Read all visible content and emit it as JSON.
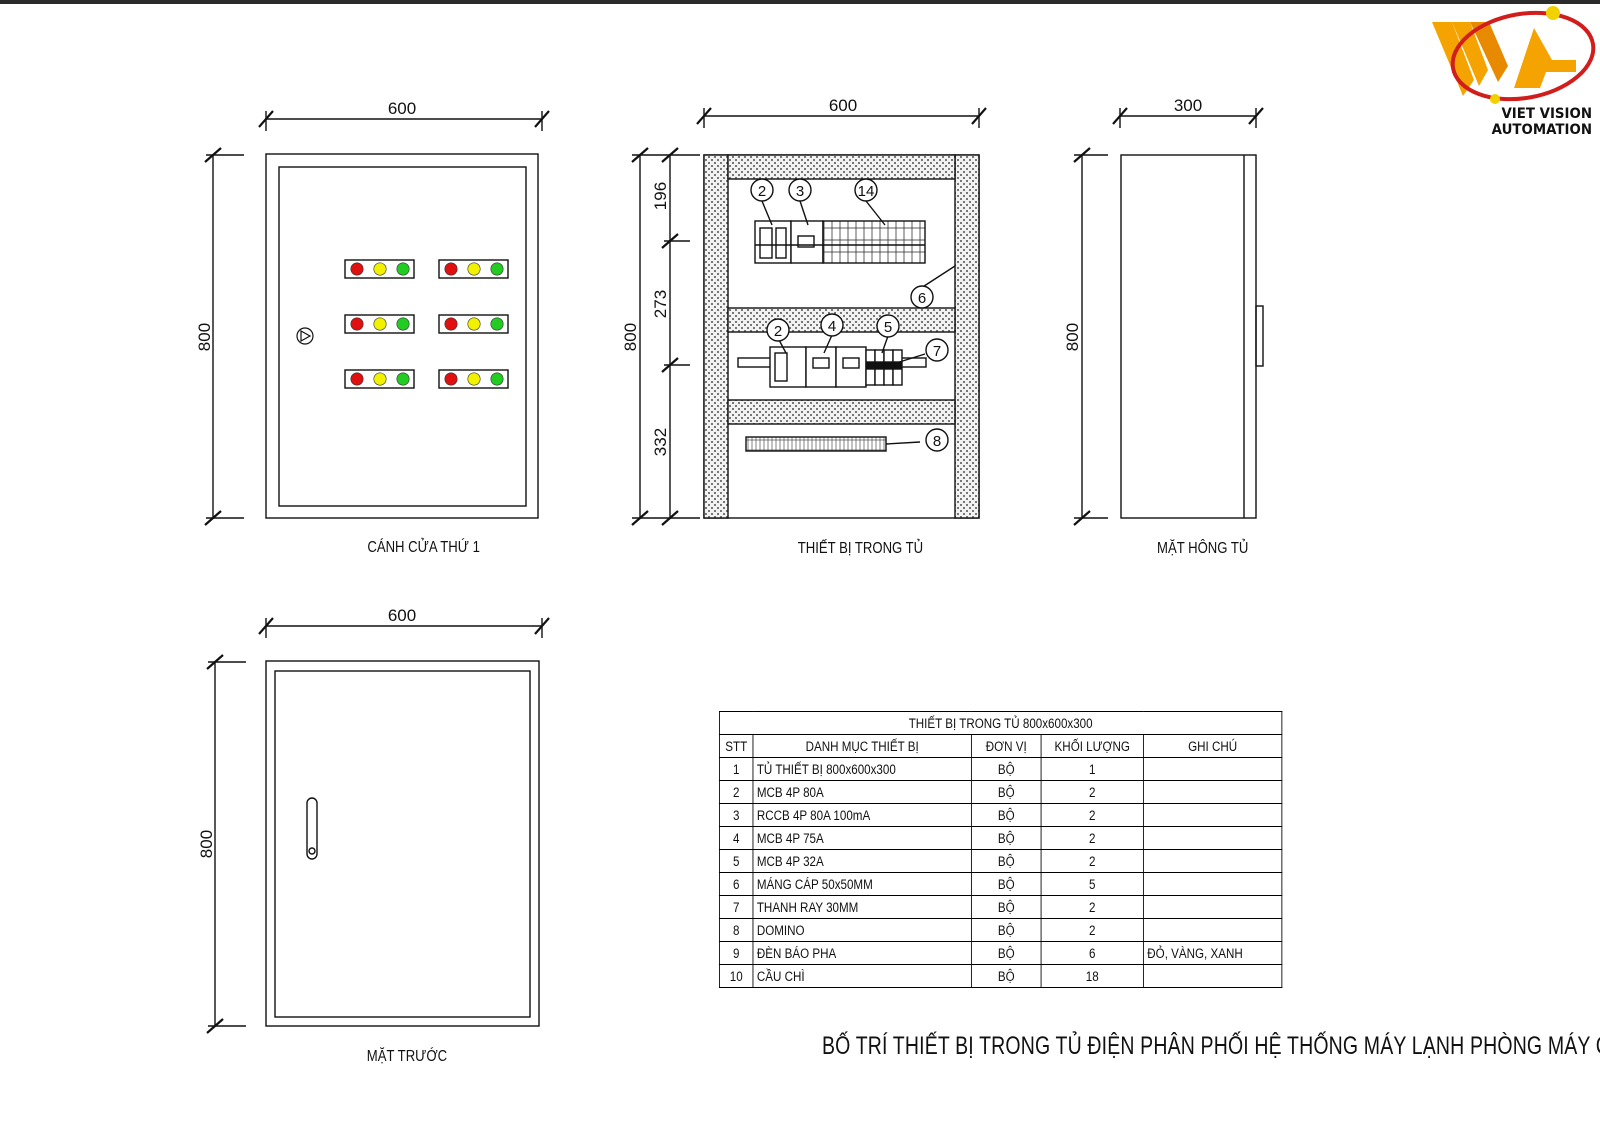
{
  "views": {
    "door_inner": {
      "caption": "CÁNH CỬA THỨ 1",
      "width_dim": "600",
      "height_dim": "800"
    },
    "interior": {
      "caption": "THIẾT BỊ TRONG TỦ",
      "width_dim": "600",
      "height_dim": "800",
      "section_dims": [
        "196",
        "273",
        "332"
      ],
      "callouts": [
        "2",
        "3",
        "14",
        "6",
        "2",
        "4",
        "5",
        "7",
        "8"
      ]
    },
    "side": {
      "caption": "MẶT HÔNG TỦ",
      "width_dim": "300",
      "height_dim": "800"
    },
    "front": {
      "caption": "MẶT TRƯỚC",
      "width_dim": "600",
      "height_dim": "800"
    }
  },
  "pilot_light_colors": [
    "#e01010",
    "#f2f200",
    "#22cc22"
  ],
  "table": {
    "title": "THIẾT BỊ TRONG TỦ 800x600x300",
    "headers": [
      "STT",
      "DANH MỤC THIẾT BỊ",
      "ĐƠN VỊ",
      "KHỐI LƯỢNG",
      "GHI CHÚ"
    ],
    "rows": [
      [
        "1",
        "TỦ THIẾT BỊ 800x600x300",
        "BỘ",
        "1",
        ""
      ],
      [
        "2",
        "MCB 4P 80A",
        "BỘ",
        "2",
        ""
      ],
      [
        "3",
        "RCCB 4P 80A 100mA",
        "BỘ",
        "2",
        ""
      ],
      [
        "4",
        "MCB 4P 75A",
        "BỘ",
        "2",
        ""
      ],
      [
        "5",
        "MCB 4P 32A",
        "BỘ",
        "2",
        ""
      ],
      [
        "6",
        "MÁNG CÁP 50x50MM",
        "BỘ",
        "5",
        ""
      ],
      [
        "7",
        "THANH RAY 30MM",
        "BỘ",
        "2",
        ""
      ],
      [
        "8",
        "DOMINO",
        "BỘ",
        "2",
        ""
      ],
      [
        "9",
        "ĐÈN BÁO PHA",
        "BỘ",
        "6",
        "ĐỎ,  VÀNG,  XANH"
      ],
      [
        "10",
        "CẦU CHÌ",
        "BỘ",
        "18",
        ""
      ]
    ]
  },
  "drawing_title": "BỐ TRÍ THIẾT BỊ TRONG TỦ ĐIỆN PHÂN PHỐI HỆ THỐNG MÁY LẠNH PHÒNG MÁY CHỦ",
  "logo": {
    "line1": "VIET VISION",
    "line2": "AUTOMATION",
    "brand_colors": [
      "#f5a300",
      "#d21d1d",
      "#f2d100"
    ]
  }
}
